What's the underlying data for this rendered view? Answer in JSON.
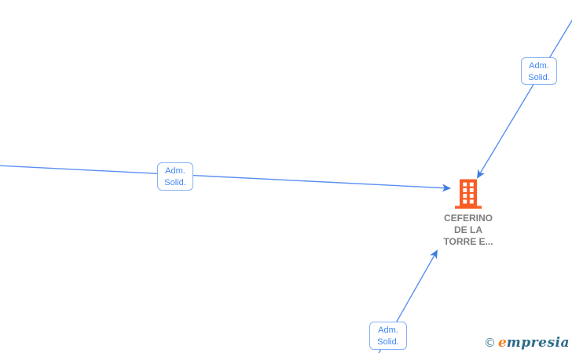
{
  "diagram": {
    "node": {
      "label": "CEFERINO DE LA TORRE E...",
      "icon": "building-icon",
      "icon_color": "#f95d25",
      "label_color": "#7d7d7d"
    },
    "edge_labels": [
      "Adm.\nSolid.",
      "Adm.\nSolid.",
      "Adm.\nSolid."
    ],
    "edge_color": "#5b8ff2",
    "edge_label_text_color": "#4285f4",
    "edge_label_border_color": "#85b1f5"
  },
  "watermark": {
    "copyright_symbol": "©",
    "brand_initial": "e",
    "brand_rest": "mpresia",
    "copyright_color": "#4a7e96",
    "initial_color": "#f4821f",
    "rest_color": "#2b6b88"
  }
}
